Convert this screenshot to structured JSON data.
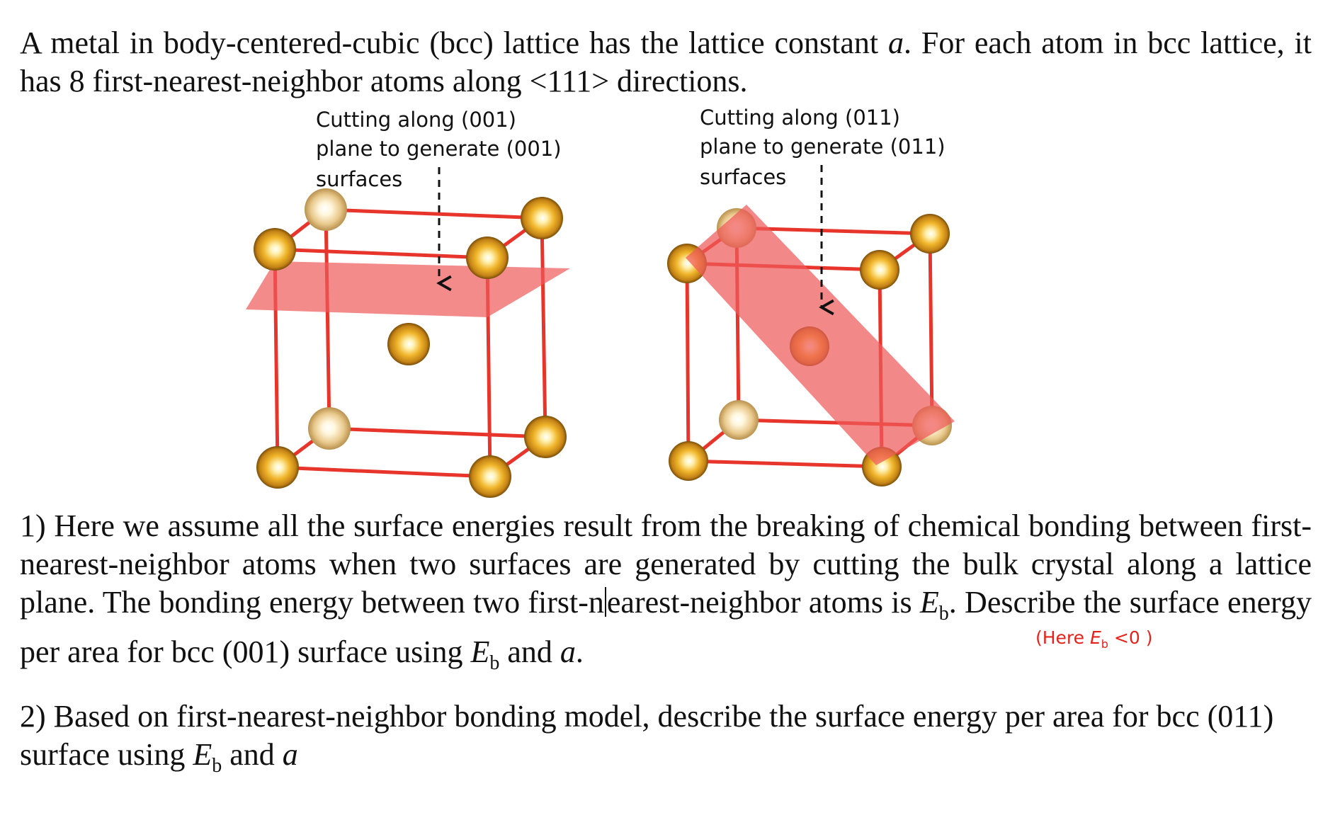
{
  "intro": {
    "part1": "A metal in body-centered-cubic (bcc) lattice has the lattice constant ",
    "var_a": "a",
    "part2": ". For each atom in bcc lattice, it has 8 first-nearest-neighbor atoms along <111> directions."
  },
  "figure_left": {
    "label_line1": "Cutting along (001)",
    "label_line2": "plane to generate (001)",
    "label_line3": "surfaces"
  },
  "figure_right": {
    "label_line1": "Cutting along (011)",
    "label_line2": "plane to generate (011)",
    "label_line3": "surfaces"
  },
  "question1": {
    "text1": "1) Here we assume all the surface energies result from the breaking of chemical bonding between first-nearest-neighbor atoms when two surfaces are generated by cutting the bulk crystal along a lattice plane. The bonding energy between two first-n",
    "text2": "earest-neighbor atoms is ",
    "var_E": "E",
    "var_b": "b",
    "text3": ". Describe the surface energy per area for bcc (001) surface using ",
    "text4": " and ",
    "var_a": "a",
    "text5": "."
  },
  "note": {
    "prefix": "(Here ",
    "var_E": "E",
    "var_b": "b",
    "suffix": " <0 )"
  },
  "question2": {
    "text1": "2) Based on first-nearest-neighbor bonding model, describe the surface energy per area for bcc (011) surface using ",
    "var_E": "E",
    "var_b": "b",
    "text2": " and ",
    "var_a": "a"
  },
  "colors": {
    "edge": "#e8352c",
    "plane": "#ef5a5a",
    "atom_front": "#e0a52a",
    "atom_back": "#e8c98a",
    "note": "#e4231b"
  }
}
